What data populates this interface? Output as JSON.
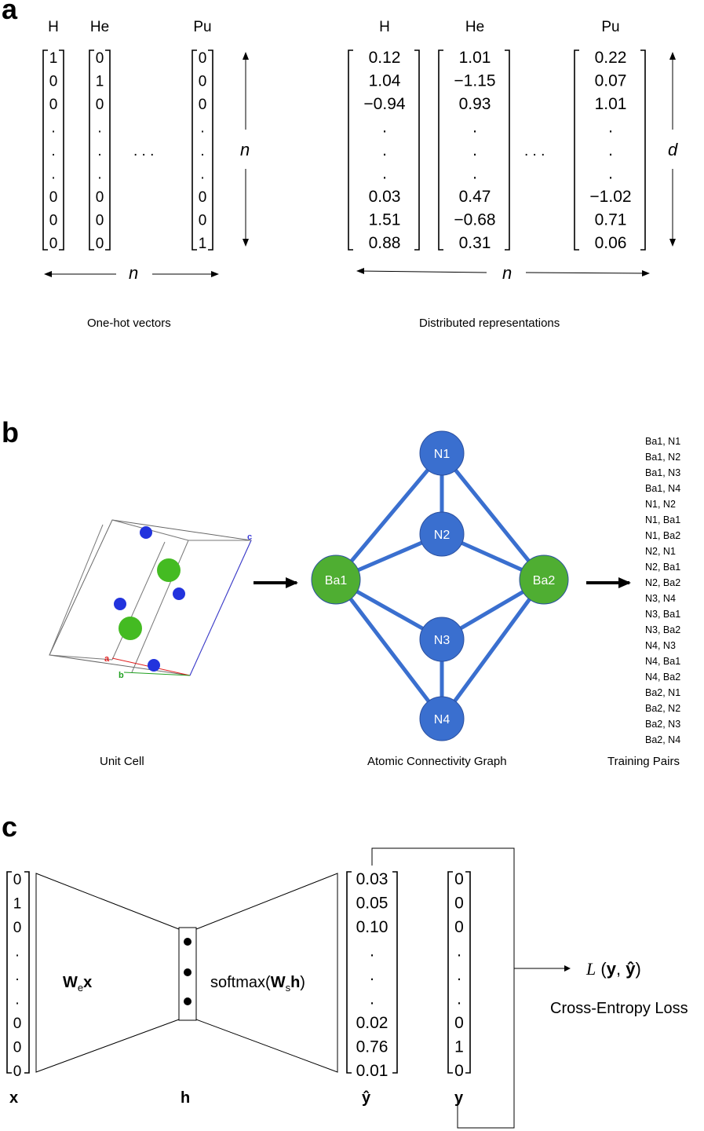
{
  "panels": {
    "a": "a",
    "b": "b",
    "c": "c"
  },
  "panel_a": {
    "onehot_headers": [
      "H",
      "He",
      "Pu"
    ],
    "onehot_columns": [
      [
        "1",
        "0",
        "0",
        ".",
        ".",
        ".",
        "0",
        "0",
        "0"
      ],
      [
        "0",
        "1",
        "0",
        ".",
        ".",
        ".",
        "0",
        "0",
        "0"
      ],
      [
        "0",
        "0",
        "0",
        ".",
        ".",
        ".",
        "0",
        "0",
        "1"
      ]
    ],
    "onehot_ellipsis": ". . .",
    "onehot_vertical_label": "n",
    "onehot_horizontal_label": "n",
    "onehot_caption": "One-hot vectors",
    "dist_headers": [
      "H",
      "He",
      "Pu"
    ],
    "dist_columns": [
      [
        "0.12",
        "1.04",
        "−0.94",
        ".",
        ".",
        ".",
        "0.03",
        "1.51",
        "0.88"
      ],
      [
        "1.01",
        "−1.15",
        "0.93",
        ".",
        ".",
        ".",
        "0.47",
        "−0.68",
        "0.31"
      ],
      [
        "0.22",
        "0.07",
        "1.01",
        ".",
        ".",
        ".",
        "−1.02",
        "0.71",
        "0.06"
      ]
    ],
    "dist_ellipsis": ". . .",
    "dist_vertical_label": "d",
    "dist_horizontal_label": "n",
    "dist_caption": "Distributed representations"
  },
  "panel_b": {
    "axes": {
      "a": "a",
      "b": "b",
      "c": "c"
    },
    "unit_cell_caption": "Unit Cell",
    "graph_nodes": [
      {
        "id": "N1",
        "label": "N1",
        "color": "#3a6fcf"
      },
      {
        "id": "N2",
        "label": "N2",
        "color": "#3a6fcf"
      },
      {
        "id": "N3",
        "label": "N3",
        "color": "#3a6fcf"
      },
      {
        "id": "N4",
        "label": "N4",
        "color": "#3a6fcf"
      },
      {
        "id": "Ba1",
        "label": "Ba1",
        "color": "#4fae32"
      },
      {
        "id": "Ba2",
        "label": "Ba2",
        "color": "#4fae32"
      }
    ],
    "graph_edges": [
      [
        "N1",
        "N2"
      ],
      [
        "N1",
        "Ba1"
      ],
      [
        "N1",
        "Ba2"
      ],
      [
        "N2",
        "Ba1"
      ],
      [
        "N2",
        "Ba2"
      ],
      [
        "N3",
        "Ba1"
      ],
      [
        "N3",
        "Ba2"
      ],
      [
        "N3",
        "N4"
      ],
      [
        "N4",
        "Ba1"
      ],
      [
        "N4",
        "Ba2"
      ]
    ],
    "graph_caption": "Atomic Connectivity Graph",
    "training_pairs": [
      "Ba1, N1",
      "Ba1, N2",
      "Ba1, N3",
      "Ba1, N4",
      "N1, N2",
      "N1, Ba1",
      "N1, Ba2",
      "N2, N1",
      "N2, Ba1",
      "N2, Ba2",
      "N3, N4",
      "N3, Ba1",
      "N3, Ba2",
      "N4, N3",
      "N4, Ba1",
      "N4, Ba2",
      "Ba2, N1",
      "Ba2, N2",
      "Ba2, N3",
      "Ba2, N4"
    ],
    "training_caption": "Training Pairs"
  },
  "panel_c": {
    "x_vector": [
      "0",
      "1",
      "0",
      ".",
      ".",
      ".",
      "0",
      "0",
      "0"
    ],
    "y_hat_vector": [
      "0.03",
      "0.05",
      "0.10",
      ".",
      ".",
      ".",
      "0.02",
      "0.76",
      "0.01"
    ],
    "y_vector": [
      "0",
      "0",
      "0",
      ".",
      ".",
      ".",
      "0",
      "1",
      "0"
    ],
    "encoder_label_main": "W",
    "encoder_label_sub": "e",
    "encoder_label_tail": "x",
    "decoder_label_pre": "softmax(",
    "decoder_label_main": "W",
    "decoder_label_sub": "s",
    "decoder_label_h": "h",
    "decoder_label_post": ")",
    "var_x": "x",
    "var_h": "h",
    "var_yhat": "ŷ",
    "var_y": "y",
    "loss_L": "L",
    "loss_args_open": " (",
    "loss_args_y": "y",
    "loss_args_sep": ", ",
    "loss_args_yhat": "ŷ",
    "loss_args_close": ")",
    "loss_caption": "Cross-Entropy Loss"
  }
}
